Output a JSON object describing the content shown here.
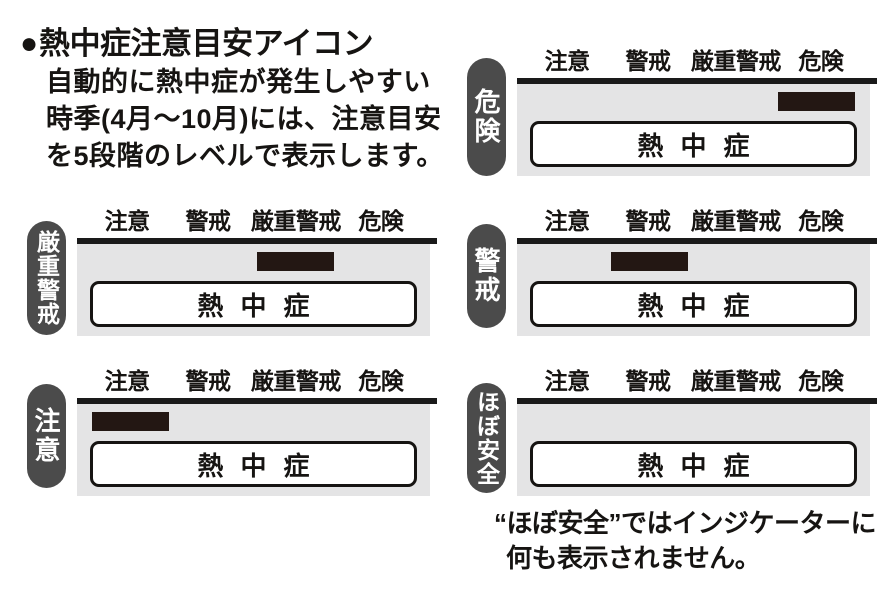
{
  "title": {
    "bullet": "●",
    "text": "熱中症注意目安アイコン"
  },
  "intro": {
    "line1": "自動的に熱中症が発生しやすい",
    "line2": "時季(4月〜10月)には、注意目安",
    "line3": "を5段階のレベルで表示します。"
  },
  "scale_labels": [
    "注意",
    "警戒",
    "厳重警戒",
    "危険"
  ],
  "indicator": {
    "label": "熱中症"
  },
  "panels": [
    {
      "level": "危険",
      "bar_position": "危険"
    },
    {
      "level": "厳重警戒",
      "bar_position": "厳重警戒"
    },
    {
      "level": "警戒",
      "bar_position": "警戒"
    },
    {
      "level": "注意",
      "bar_position": "注意"
    },
    {
      "level": "ほぼ安全",
      "bar_position": null
    }
  ],
  "caption": {
    "line1": "“ほぼ安全”ではインジケーターに",
    "line2": "何も表示されません。"
  },
  "colors": {
    "pill": "#4b4b4b",
    "panel_bg": "#e4e4e5",
    "bar": "#231713",
    "rule": "#1a1a1a"
  }
}
